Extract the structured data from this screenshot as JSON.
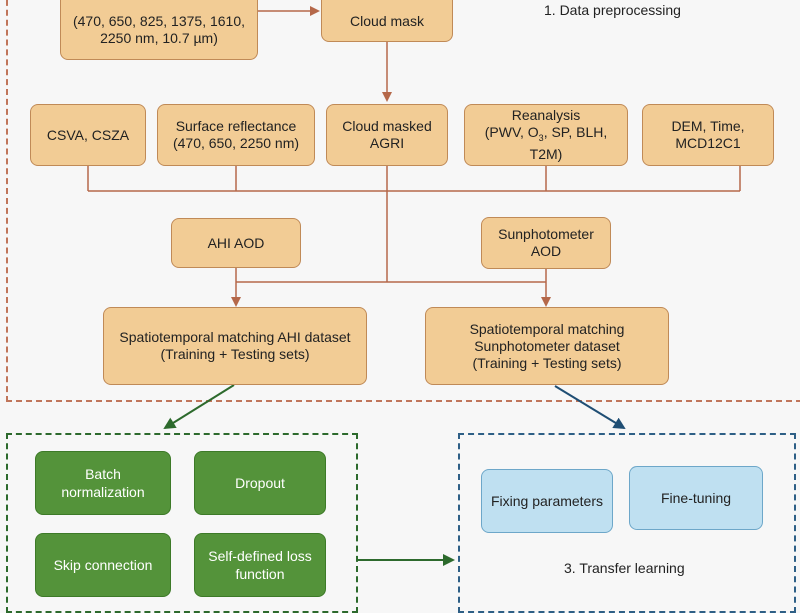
{
  "sections": {
    "preprocessing_title": "1. Data preprocessing",
    "transfer_title": "3. Transfer learning"
  },
  "nodes": {
    "bands": "(470, 650, 825, 1375, 1610,\n2250 nm, 10.7 µm)",
    "cloud_mask": "Cloud mask",
    "csva": "CSVA, CSZA",
    "surface": "Surface reflectance\n(470, 650, 2250 nm)",
    "cloud_masked": "Cloud masked\nAGRI",
    "reanalysis_line1": "Reanalysis",
    "reanalysis_pwv": "(PWV, O",
    "reanalysis_sub": "3",
    "reanalysis_rest": ", SP, BLH,",
    "reanalysis_line3": "T2M)",
    "dem": "DEM, Time,\nMCD12C1",
    "ahi_aod": "AHI AOD",
    "sunphotometer_aod": "Sunphotometer\nAOD",
    "match_ahi": "Spatiotemporal matching AHI dataset\n(Training + Testing sets)",
    "match_sun": "Spatiotemporal matching\nSunphotometer dataset\n(Training + Testing sets)"
  },
  "dl_blocks": {
    "batch_norm": "Batch\nnormalization",
    "dropout": "Dropout",
    "skip": "Skip connection",
    "loss": "Self-defined loss\nfunction"
  },
  "tl_blocks": {
    "fixing": "Fixing parameters",
    "finetune": "Fine-tuning"
  },
  "colors": {
    "pre_frame": "#c0755a",
    "dl_frame": "#2d6a2d",
    "tl_frame": "#2e5f86",
    "box_fill": "#f2cc95",
    "green_fill": "#54933a",
    "blue_fill": "#bfe0f1"
  }
}
